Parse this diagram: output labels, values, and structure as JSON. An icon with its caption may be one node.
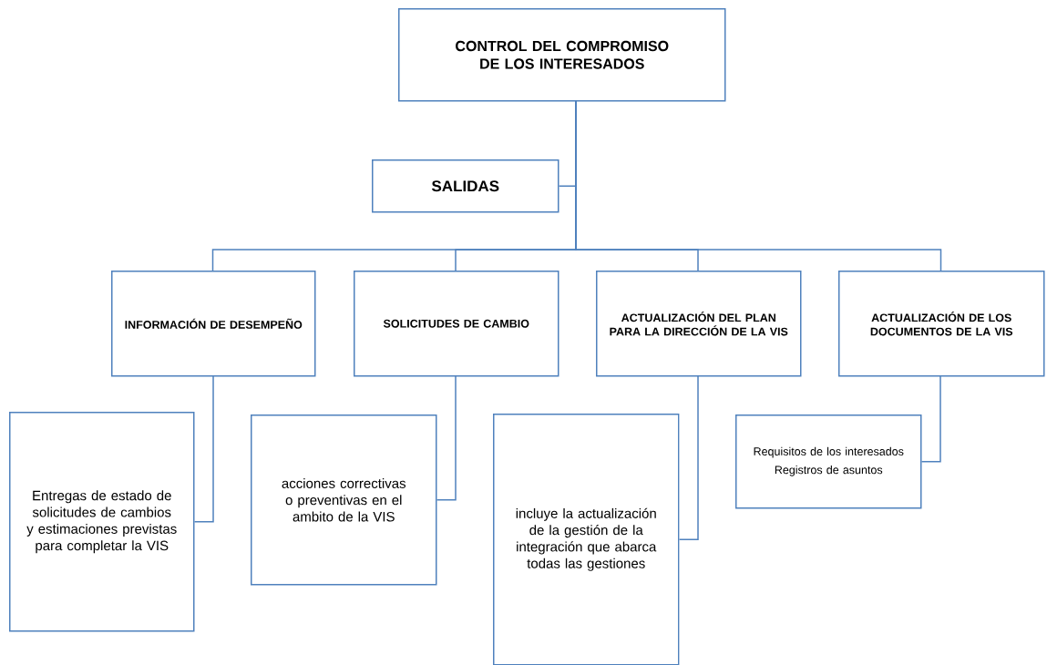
{
  "diagram": {
    "nodes": [
      {
        "text": [
          "CONTROL DEL COMPROMISO DE LOS INTERESADOS"
        ]
      },
      {
        "text": [
          "SALIDAS"
        ]
      },
      {
        "text": [
          "INFORMACIÓN DE DESEMPEÑO"
        ]
      },
      {
        "text": [
          "SOLICITUDES DE CAMBIO"
        ]
      },
      {
        "text": [
          "ACTUALIZACIÓN DEL PLAN PARA LA DIRECCIÓN DE LA VIS"
        ]
      },
      {
        "text": [
          "ACTUALIZACIÓN DE LOS DOCUMENTOS DE LA VIS"
        ]
      },
      {
        "text": [
          "Entregas de estado de solicitudes de cambios y estimaciones previstas para completar la VIS"
        ]
      },
      {
        "text": [
          "acciones correctivas o preventivas en el ambito de la VIS"
        ]
      },
      {
        "text": [
          "incluye la actualización de la gestión de la integración que abarca todas las gestiones"
        ]
      },
      {
        "text": [
          "Requisitos de los interesados",
          "Registros de asuntos"
        ]
      }
    ],
    "edges": [
      {
        "from": 0,
        "to": 1,
        "arrow": "none"
      },
      {
        "from": 0,
        "to": 2,
        "arrow": "none"
      },
      {
        "from": 0,
        "to": 3,
        "arrow": "none"
      },
      {
        "from": 0,
        "to": 4,
        "arrow": "none"
      },
      {
        "from": 0,
        "to": 5,
        "arrow": "none"
      },
      {
        "from": 2,
        "to": 6,
        "arrow": "none"
      },
      {
        "from": 3,
        "to": 7,
        "arrow": "none"
      },
      {
        "from": 4,
        "to": 8,
        "arrow": "none"
      },
      {
        "from": 5,
        "to": 9,
        "arrow": "none"
      }
    ]
  }
}
